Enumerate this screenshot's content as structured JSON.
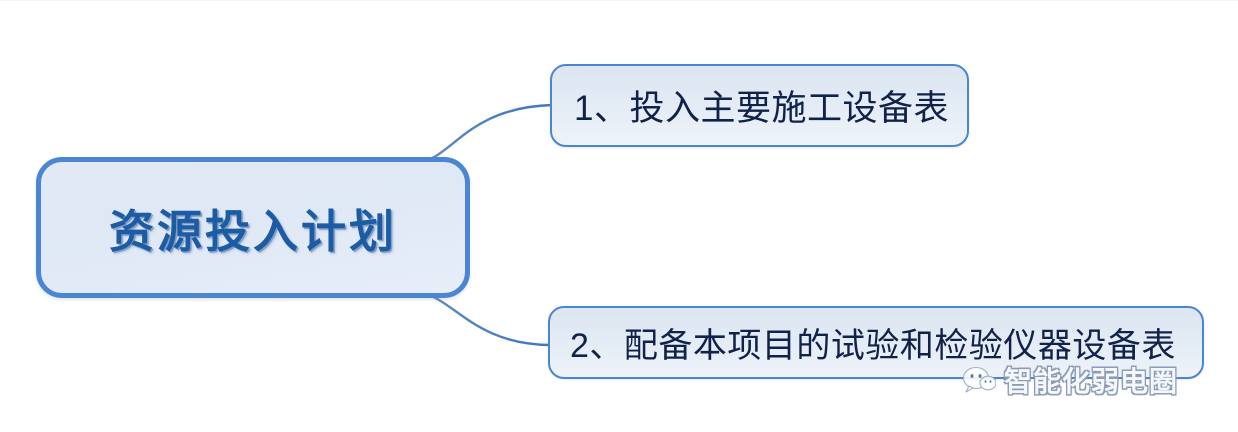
{
  "diagram": {
    "type": "mind-map",
    "orientation": "left-to-right",
    "background_color": "#ffffff",
    "root": {
      "label": "资源投入计划",
      "border_color": "#4a86d4",
      "fill_color": "#e0e8f4",
      "text_color": "#1b5ca5"
    },
    "branches": [
      {
        "index": "1",
        "label": "1、投入主要施工设备表",
        "border_color": "#4a86d4",
        "fill_color": "#e2eaf4",
        "text_color": "#11224a"
      },
      {
        "index": "2",
        "label": "2、配备本项目的试验和检验仪器设备表",
        "border_color": "#4a86d4",
        "fill_color": "#e2eaf4",
        "text_color": "#11224a"
      }
    ],
    "connectors": [
      {
        "from": "root",
        "to": "branch-1",
        "style": "curved"
      },
      {
        "from": "root",
        "to": "branch-2",
        "style": "curved"
      }
    ],
    "connector_color": "#4a7fc4"
  },
  "watermark": {
    "text": "智能化弱电圈",
    "icon": "wechat-bubble-icon",
    "color": "#f4f7fb"
  }
}
